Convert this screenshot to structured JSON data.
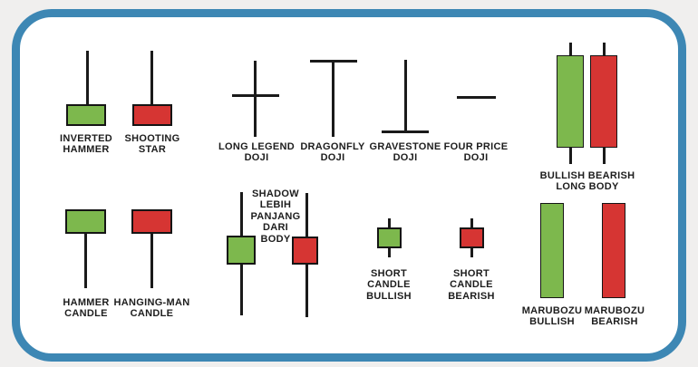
{
  "colors": {
    "page_bg": "#f0efee",
    "card_bg": "#ffffff",
    "border_accent": "#3d87b4",
    "bullish_green": "#7db84d",
    "bearish_red": "#d63533",
    "line_black": "#1a1a1a",
    "text": "#1d1d1d"
  },
  "patterns": {
    "inverted_hammer": {
      "label": "INVERTED\nHAMMER",
      "candle": "bullish"
    },
    "shooting_star": {
      "label": "SHOOTING\nSTAR",
      "candle": "bearish"
    },
    "long_legend_doji": {
      "label": "LONG LEGEND\nDOJI",
      "candle": "doji"
    },
    "dragonfly_doji": {
      "label": "DRAGONFLY\nDOJI",
      "candle": "doji"
    },
    "gravestone_doji": {
      "label": "GRAVESTONE\nDOJI",
      "candle": "doji"
    },
    "four_price_doji": {
      "label": "FOUR PRICE\nDOJI",
      "candle": "doji"
    },
    "bullish_bearish_long_body": {
      "label": "BULLISH BEARISH\nLONG BODY",
      "candle": "bullish+bearish"
    },
    "hammer_candle": {
      "label": "HAMMER\nCANDLE",
      "candle": "bullish"
    },
    "hanging_man_candle": {
      "label": "HANGING-MAN\nCANDLE",
      "candle": "bearish"
    },
    "shadow_annotation": {
      "label": "SHADOW\nLEBIH\nPANJANG\nDARI\nBODY",
      "candle": "bullish+bearish"
    },
    "short_candle_bullish": {
      "label": "SHORT CANDLE\nBULLISH",
      "candle": "bullish"
    },
    "short_candle_bearish": {
      "label": "SHORT CANDLE\nBEARISH",
      "candle": "bearish"
    },
    "marubozu_bullish": {
      "label": "MARUBOZU\nBULLISH",
      "candle": "bullish"
    },
    "marubozu_bearish": {
      "label": "MARUBOZU\nBEARISH",
      "candle": "bearish"
    }
  }
}
